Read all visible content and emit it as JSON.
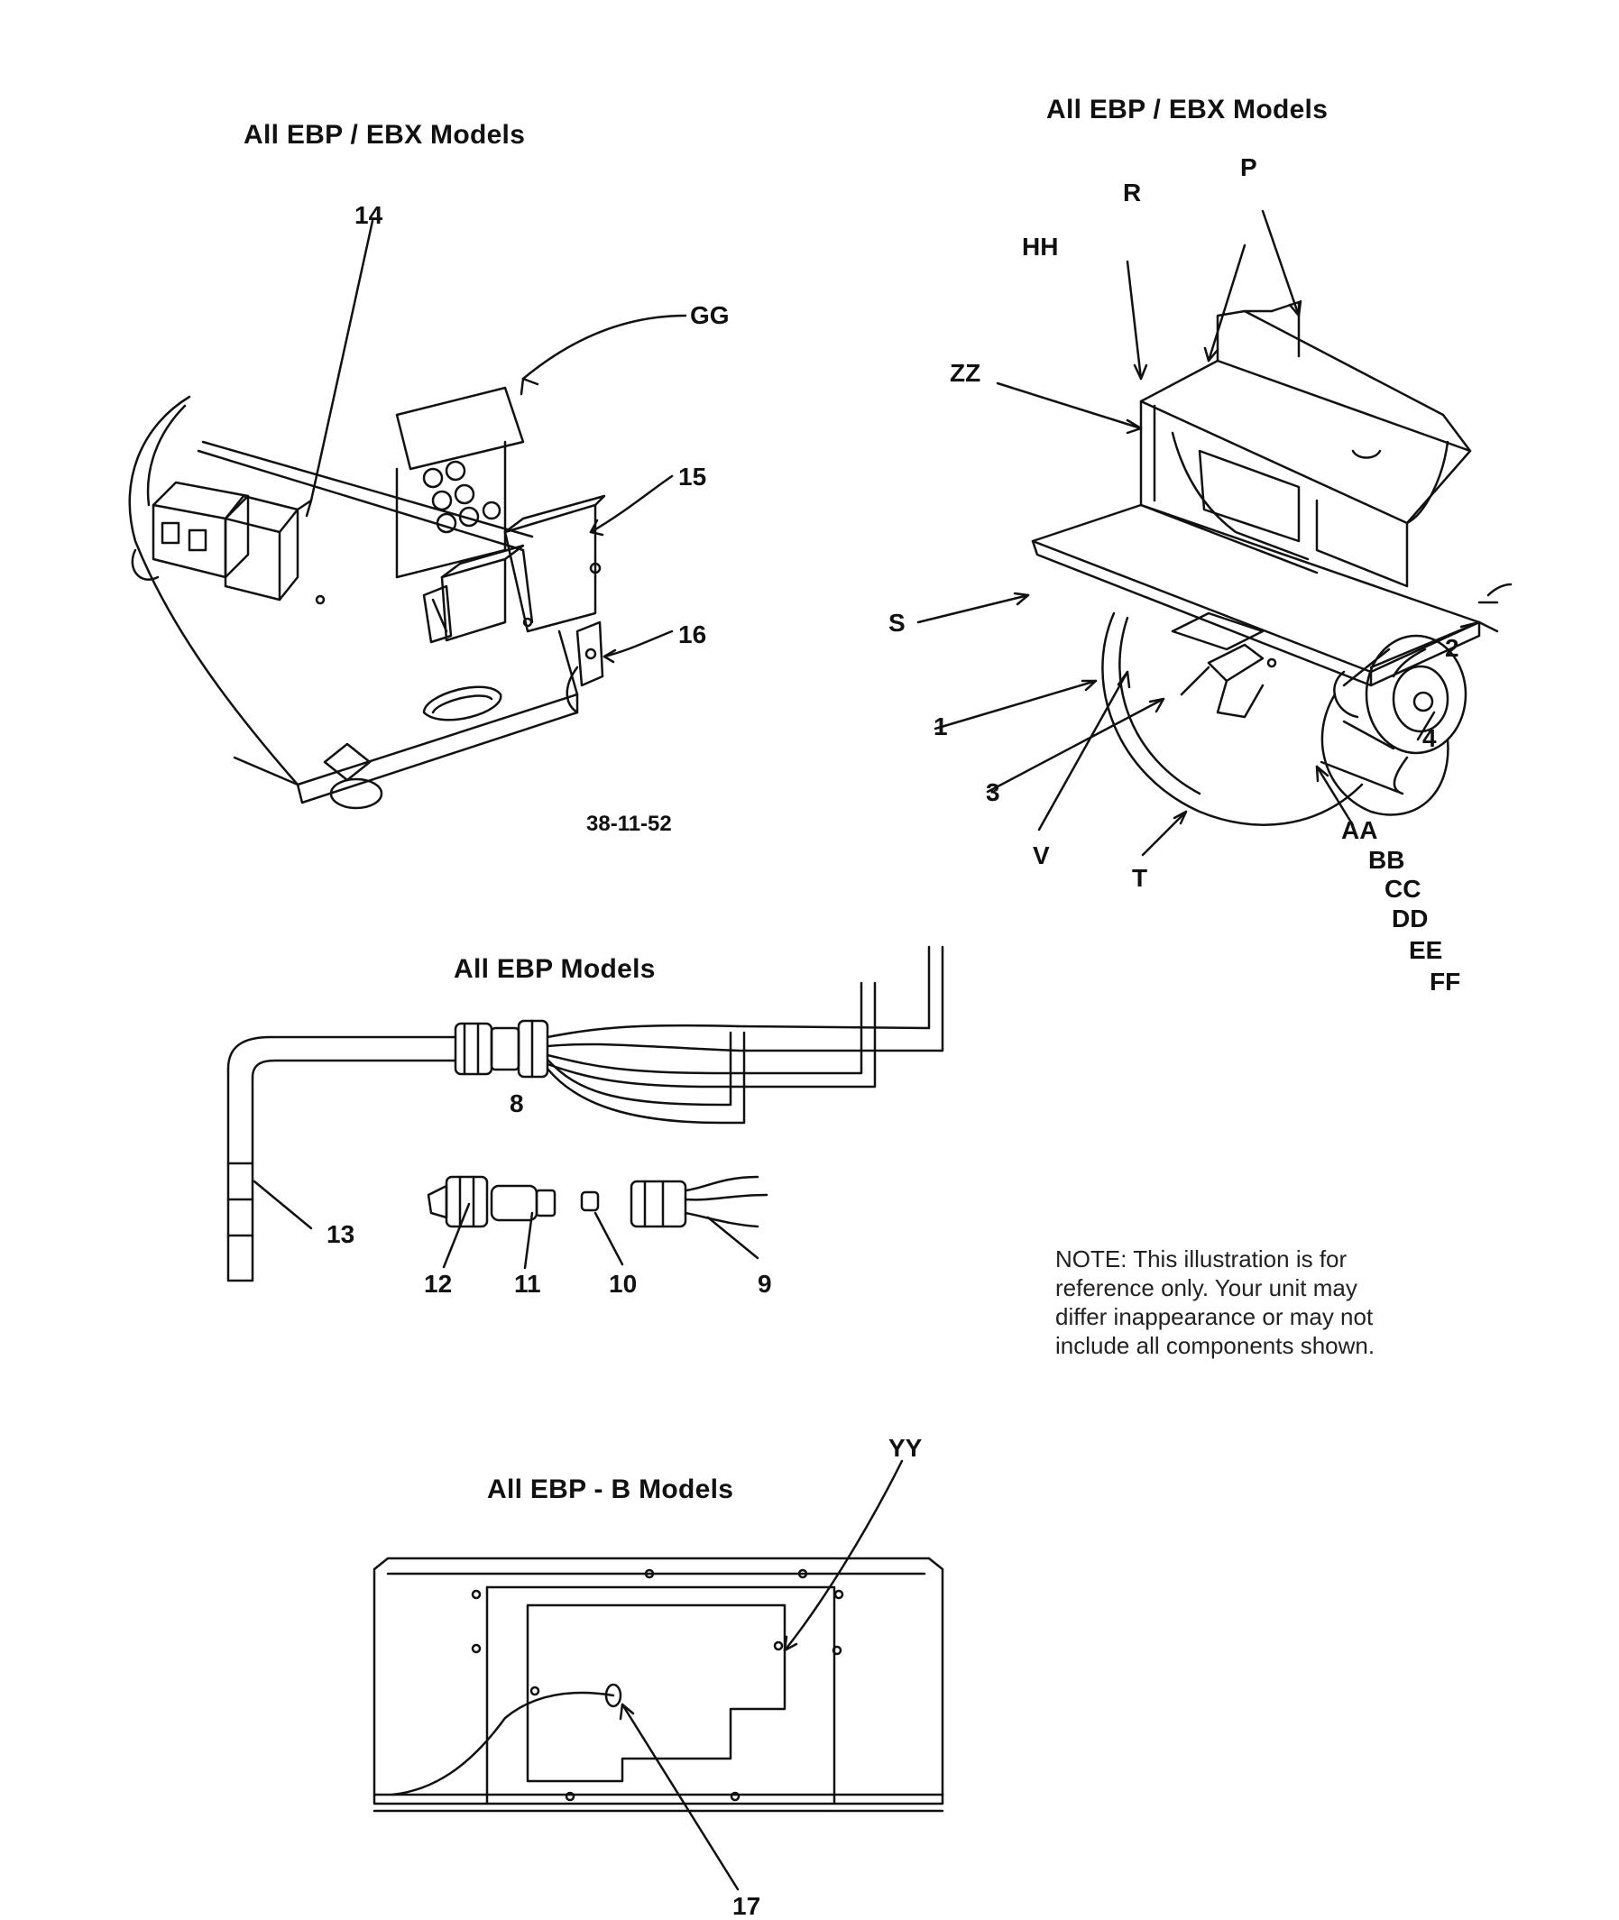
{
  "panels": {
    "top_left": {
      "title": "All EBP / EBX Models",
      "figure_number": "38-11-52"
    },
    "top_right": {
      "title": "All EBP / EBX Models"
    },
    "middle": {
      "title": "All EBP Models"
    },
    "bottom": {
      "title": "All EBP - B Models"
    }
  },
  "callouts": {
    "c14": "14",
    "cGG": "GG",
    "c15": "15",
    "c16": "16",
    "cR": "R",
    "cP": "P",
    "cHH": "HH",
    "cZZ": "ZZ",
    "cS": "S",
    "c2": "2",
    "c1": "1",
    "c4": "4",
    "c3": "3",
    "cV": "V",
    "cT": "T",
    "cAA": "AA",
    "cBB": "BB",
    "cCC": "CC",
    "cDD": "DD",
    "cEE": "EE",
    "cFF": "FF",
    "c8": "8",
    "c13": "13",
    "c12": "12",
    "c11": "11",
    "c10": "10",
    "c9": "9",
    "cYY": "YY",
    "c17": "17"
  },
  "note": {
    "line1": "NOTE:     This illustration is for",
    "line2": "reference only.   Your unit may",
    "line3": "differ inappearance or may not",
    "line4": "include all components shown."
  }
}
